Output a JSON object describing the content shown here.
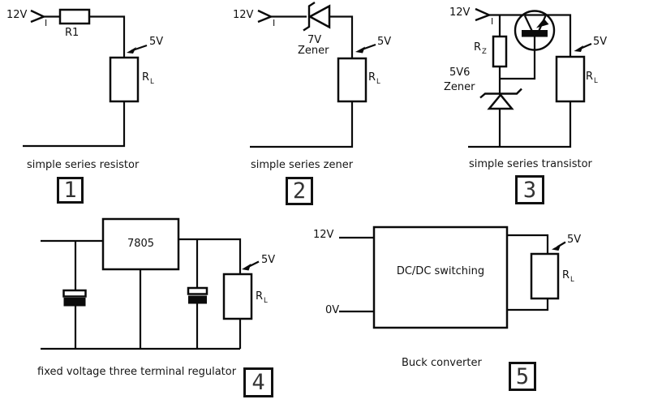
{
  "circuits": [
    {
      "number": "1",
      "caption": "simple series resistor",
      "labels": {
        "input_voltage": "12V",
        "current": "I",
        "series_component": "R1",
        "output_voltage": "5V",
        "load": "R",
        "load_sub": "L"
      }
    },
    {
      "number": "2",
      "caption": "simple series zener",
      "labels": {
        "input_voltage": "12V",
        "current": "I",
        "zener_value": "7V",
        "zener_word": "Zener",
        "output_voltage": "5V",
        "load": "R",
        "load_sub": "L"
      }
    },
    {
      "number": "3",
      "caption": "simple series transistor",
      "labels": {
        "input_voltage": "12V",
        "current": "I",
        "rz": "R",
        "rz_sub": "Z",
        "zener_value": "5V6",
        "zener_word": "Zener",
        "output_voltage": "5V",
        "load": "R",
        "load_sub": "L"
      }
    },
    {
      "number": "4",
      "caption": "fixed voltage three terminal regulator",
      "labels": {
        "regulator": "7805",
        "output_voltage": "5V",
        "load": "R",
        "load_sub": "L"
      }
    },
    {
      "number": "5",
      "caption": "Buck converter",
      "labels": {
        "input_voltage": "12V",
        "ground": "0V",
        "block": "DC/DC switching",
        "output_voltage": "5V",
        "load": "R",
        "load_sub": "L"
      }
    }
  ]
}
